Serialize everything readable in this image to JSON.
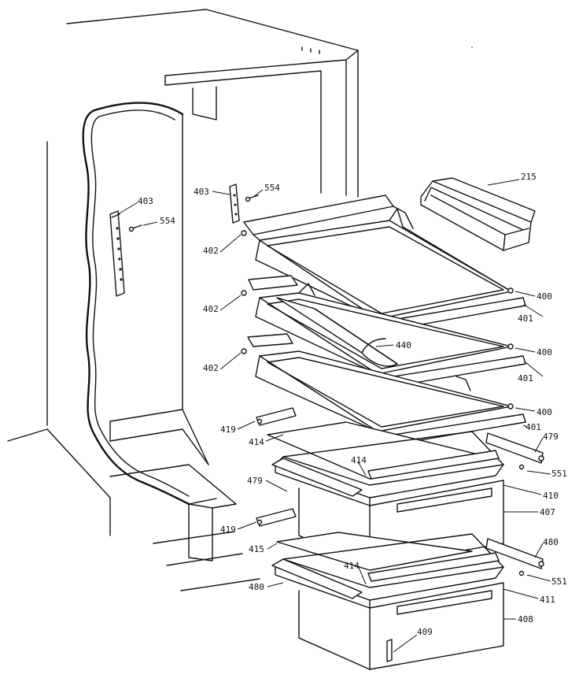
{
  "callouts": [
    {
      "id": "c215",
      "text": "215"
    },
    {
      "id": "c403a",
      "text": "403"
    },
    {
      "id": "c554a",
      "text": "554"
    },
    {
      "id": "c403b",
      "text": "403"
    },
    {
      "id": "c554b",
      "text": "554"
    },
    {
      "id": "c402a",
      "text": "402"
    },
    {
      "id": "c402b",
      "text": "402"
    },
    {
      "id": "c402c",
      "text": "402"
    },
    {
      "id": "c400a",
      "text": "400"
    },
    {
      "id": "c401a",
      "text": "401"
    },
    {
      "id": "c440",
      "text": "440"
    },
    {
      "id": "c400b",
      "text": "400"
    },
    {
      "id": "c401b",
      "text": "401"
    },
    {
      "id": "c400c",
      "text": "400"
    },
    {
      "id": "c401c",
      "text": "401"
    },
    {
      "id": "c479a",
      "text": "479"
    },
    {
      "id": "c419a",
      "text": "419"
    },
    {
      "id": "c414a",
      "text": "414"
    },
    {
      "id": "c414b",
      "text": "414"
    },
    {
      "id": "c551a",
      "text": "551"
    },
    {
      "id": "c410",
      "text": "410"
    },
    {
      "id": "c479b",
      "text": "479"
    },
    {
      "id": "c407",
      "text": "407"
    },
    {
      "id": "c419b",
      "text": "419"
    },
    {
      "id": "c480a",
      "text": "480"
    },
    {
      "id": "c415",
      "text": "415"
    },
    {
      "id": "c414c",
      "text": "414"
    },
    {
      "id": "c551b",
      "text": "551"
    },
    {
      "id": "c480b",
      "text": "480"
    },
    {
      "id": "c411",
      "text": "411"
    },
    {
      "id": "c408",
      "text": "408"
    },
    {
      "id": "c409",
      "text": "409"
    }
  ]
}
